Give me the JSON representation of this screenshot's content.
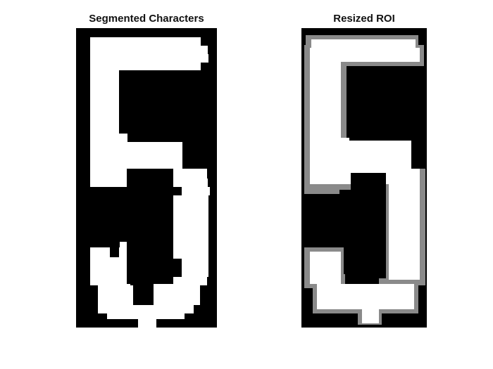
{
  "figure": {
    "panels": [
      {
        "title": "Segmented Characters",
        "image": "binary-digit-5-blocky"
      },
      {
        "title": "Resized ROI",
        "image": "grayscale-digit-5-smoothed-edges"
      }
    ]
  },
  "colors": {
    "background": "#000000",
    "foreground": "#ffffff",
    "edge_gray": "#8a8a8a"
  }
}
